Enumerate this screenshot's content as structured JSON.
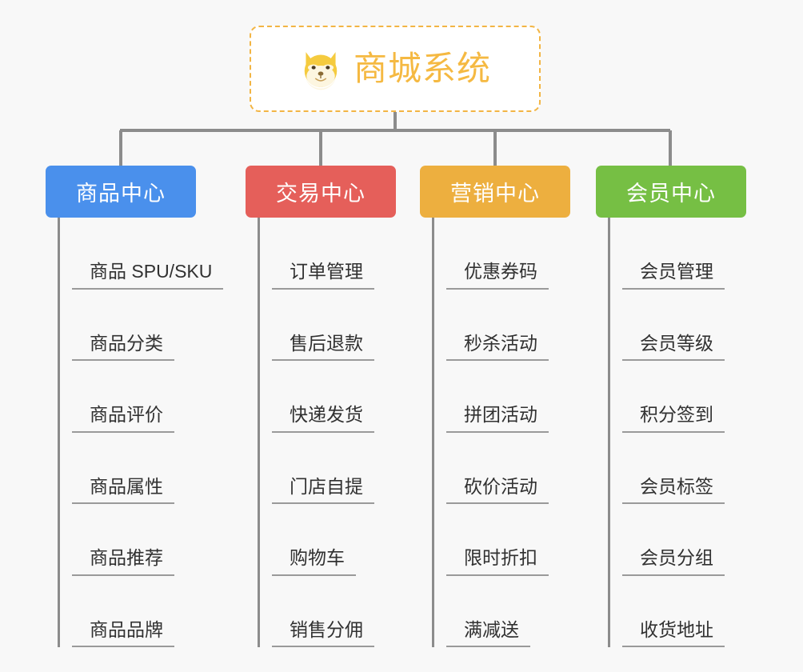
{
  "diagram": {
    "type": "mind-map",
    "background_color": "#f8f8f8",
    "root": {
      "title": "商城系统",
      "icon": "shiba-dog-face-icon",
      "text_color": "#f5b942",
      "border_color": "#f2b544",
      "fill_color": "#ffffff"
    },
    "connector_color": "#8c8c8c",
    "branches": [
      {
        "label": "商品中心",
        "color": "#4a90ec",
        "items": [
          "商品 SPU/SKU",
          "商品分类",
          "商品评价",
          "商品属性",
          "商品推荐",
          "商品品牌"
        ]
      },
      {
        "label": "交易中心",
        "color": "#e55f5a",
        "items": [
          "订单管理",
          "售后退款",
          "快递发货",
          "门店自提",
          "购物车",
          "销售分佣"
        ]
      },
      {
        "label": "营销中心",
        "color": "#edaf3f",
        "items": [
          "优惠券码",
          "秒杀活动",
          "拼团活动",
          "砍价活动",
          "限时折扣",
          "满减送"
        ]
      },
      {
        "label": "会员中心",
        "color": "#76bf44",
        "items": [
          "会员管理",
          "会员等级",
          "积分签到",
          "会员标签",
          "会员分组",
          "收货地址"
        ]
      }
    ]
  }
}
